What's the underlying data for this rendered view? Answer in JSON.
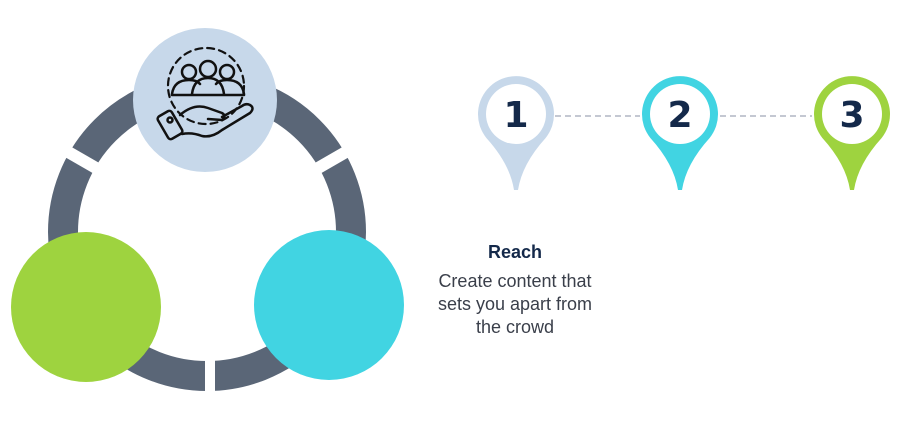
{
  "colors": {
    "ring": "#5a6677",
    "top": "#c7d8ea",
    "left": "#9ed33f",
    "right": "#41d4e2",
    "text": "#14294a"
  },
  "cycle": {
    "top_icon": "people-in-hand-icon"
  },
  "steps": [
    {
      "number": "1",
      "color": "#c7d8ea"
    },
    {
      "number": "2",
      "color": "#41d4e2"
    },
    {
      "number": "3",
      "color": "#9ed33f"
    }
  ],
  "content": {
    "title": "Reach",
    "body": "Create content that sets you apart from the crowd"
  }
}
